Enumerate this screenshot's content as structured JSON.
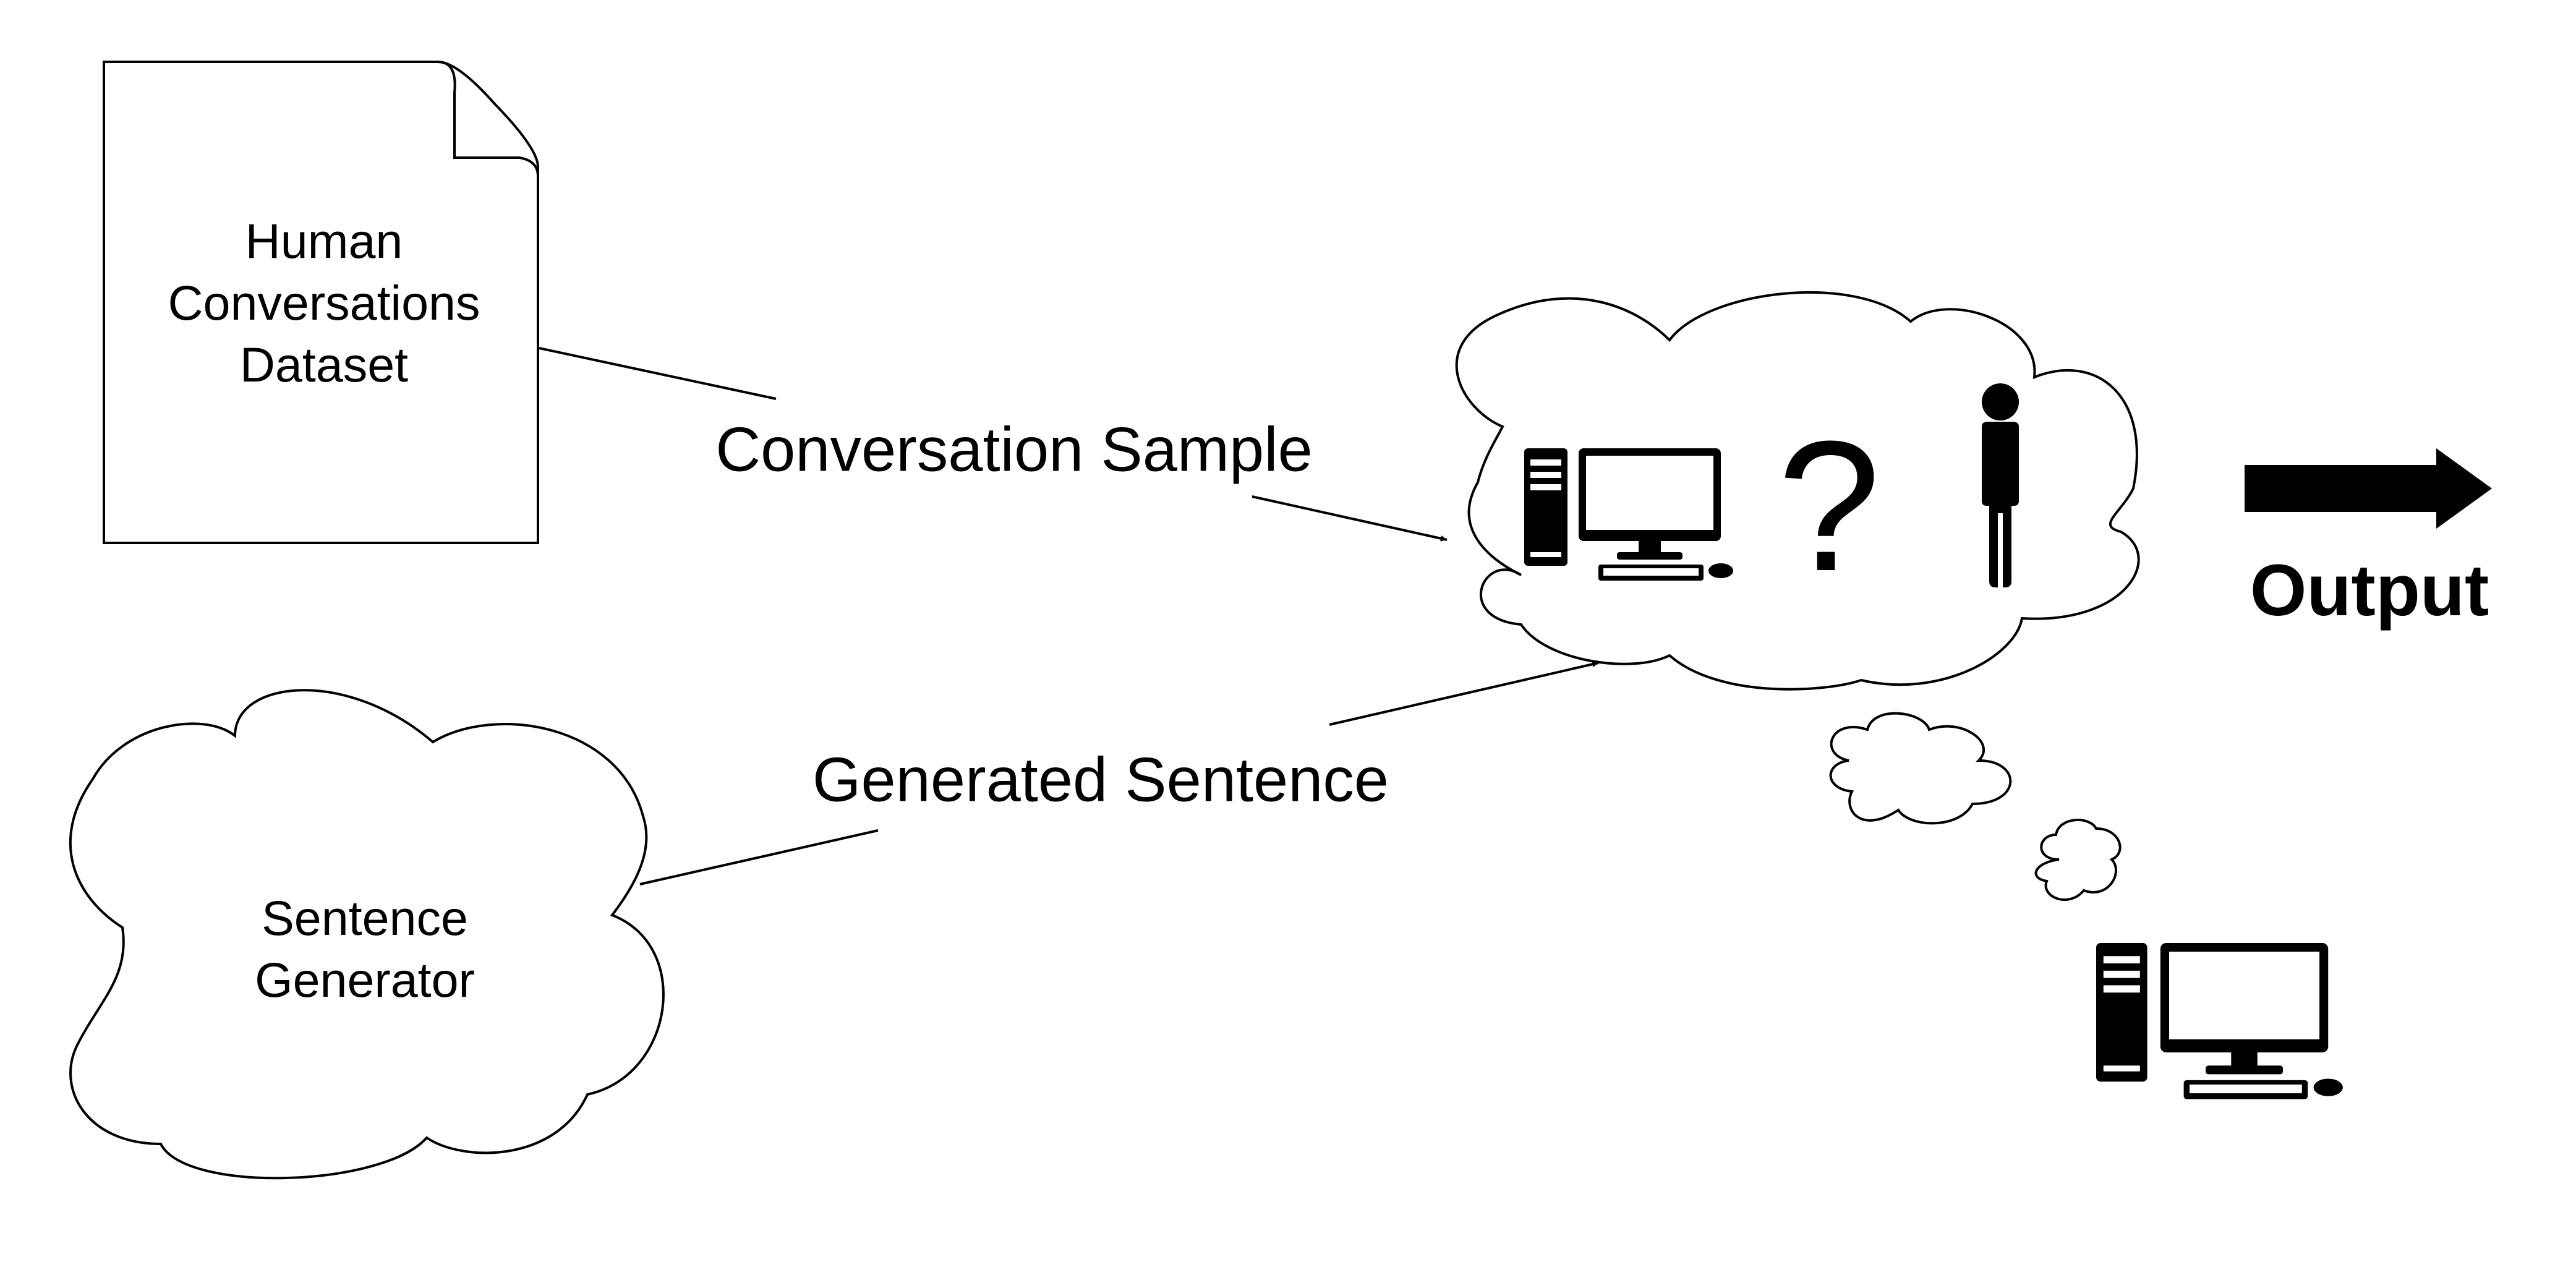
{
  "nodes": {
    "dataset": {
      "lines": [
        "Human",
        "Conversations",
        "Dataset"
      ],
      "shape": "document"
    },
    "generator": {
      "lines": [
        "Sentence",
        "Generator"
      ],
      "shape": "cloud"
    },
    "judge": {
      "shape": "cloud",
      "contents": [
        "computer-icon",
        "question-mark",
        "person-icon"
      ],
      "question_mark": "?"
    },
    "thought_computer": {
      "shape": "computer-icon"
    }
  },
  "edges": {
    "conversation": {
      "label": "Conversation Sample",
      "from": "dataset",
      "to": "judge"
    },
    "generated": {
      "label": "Generated Sentence",
      "from": "generator",
      "to": "judge"
    }
  },
  "output": {
    "label": "Output",
    "icon": "right-arrow-icon"
  },
  "colors": {
    "stroke": "#000000",
    "background": "#ffffff"
  }
}
